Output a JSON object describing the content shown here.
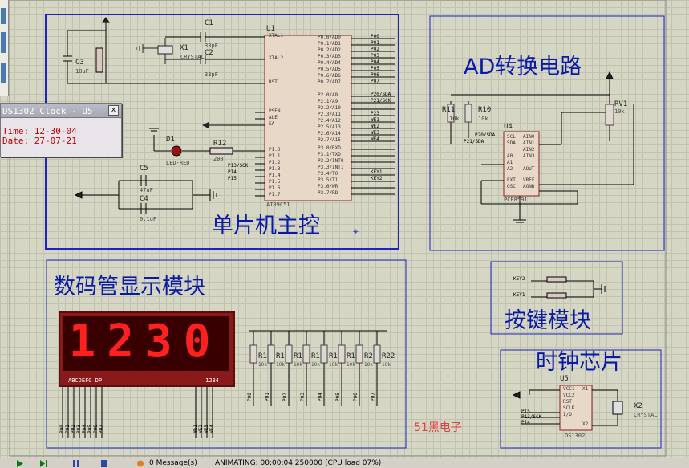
{
  "modules": {
    "mcu": "单片机主控",
    "adc": "AD转换电路",
    "display": "数码管显示模块",
    "keys": "按键模块",
    "clock": "时钟芯片"
  },
  "watermark": "51黑电子",
  "dialog": {
    "title": "DS1302 Clock - U5",
    "close": "x",
    "time": "Time: 12-30-04",
    "date": "Date: 27-07-21"
  },
  "display_value": "1230",
  "display_pins_left": "ABCDEFG DP",
  "display_pins_right": "1234",
  "components": {
    "u1": "U1",
    "u1_part": "AT89C51",
    "c1": "C1",
    "c1_val": "33pF",
    "c2": "C2",
    "c2_val": "33pF",
    "c3": "C3",
    "c3_val": "10uF",
    "x1": "X1",
    "x1_val": "CRYSTAL",
    "d1": "D1",
    "d1_val": "LED-RED",
    "r12": "R12",
    "r12_val": "200",
    "c5": "C5",
    "c5_val": "47uF",
    "c4": "C4",
    "c4_val": "0.1uF",
    "r11": "R11",
    "r10": "R10",
    "rv1": "RV1",
    "u4": "U4",
    "u4_part": "PCF8591",
    "u5": "U5",
    "u5_part": "DS1302",
    "x2": "X2",
    "x2_val": "CRYSTAL",
    "res_val": "10k",
    "r22": "R22"
  },
  "mcu_pins_left": [
    "XTAL1",
    "XTAL2",
    "RST",
    "PSEN",
    "ALE",
    "EA",
    "P1.0",
    "P1.1",
    "P1.2",
    "P1.3",
    "P1.4",
    "P1.5",
    "P1.6",
    "P1.7"
  ],
  "mcu_pins_right_p0": [
    "P0.0/AD0",
    "P0.1/AD1",
    "P0.2/AD2",
    "P0.3/AD3",
    "P0.4/AD4",
    "P0.5/AD5",
    "P0.6/AD6",
    "P0.7/AD7"
  ],
  "mcu_pins_right_p2": [
    "P2.0/A8",
    "P2.1/A9",
    "P2.2/A10",
    "P2.3/A11",
    "P2.4/A12",
    "P2.5/A13",
    "P2.6/A14",
    "P2.7/A15"
  ],
  "mcu_pins_right_p3": [
    "P3.0/RXD",
    "P3.1/TXD",
    "P3.2/INT0",
    "P3.3/INT1",
    "P3.4/T0",
    "P3.5/T1",
    "P3.6/WR",
    "P3.7/RD"
  ],
  "net_p0": [
    "P00",
    "P01",
    "P02",
    "P03",
    "P04",
    "P05",
    "P06",
    "P07"
  ],
  "net_p2": [
    "P20/SDA",
    "P21/SCK",
    "",
    "P23",
    "WE1",
    "WE2",
    "WE3",
    "WE4"
  ],
  "net_p1": [
    "P13/SCK",
    "P14",
    "P15"
  ],
  "net_keys": [
    "KEY1",
    "KEY2"
  ],
  "key_labels": [
    "KEY2",
    "KEY1"
  ],
  "pcf_pins_left": [
    "SCL",
    "SDA",
    "A0",
    "A1",
    "A2",
    "EXT",
    "OSC"
  ],
  "pcf_pins_right": [
    "AIN0",
    "AIN1",
    "AIN2",
    "AIN3",
    "AOUT",
    "VREF",
    "AGND"
  ],
  "pcf_nets": [
    "P20/SDA",
    "P21/SDA"
  ],
  "ds_pins_left": [
    "VCC1",
    "VCC2",
    "RST",
    "SCLK",
    "I/O"
  ],
  "ds_pins_right": [
    "X1",
    "X2"
  ],
  "ds_nets": [
    "P15",
    "P13/SCK",
    "P14"
  ],
  "res_array": [
    "R1",
    "R1",
    "R1",
    "R1",
    "R1",
    "R1",
    "R2",
    "R22"
  ],
  "res_nets": [
    "P00",
    "P01",
    "P02",
    "P03",
    "P04",
    "P05",
    "P06",
    "P07"
  ],
  "seg_nets": [
    "P00",
    "P01",
    "P02",
    "P03",
    "P04",
    "P05",
    "P06",
    "P07"
  ],
  "we_nets": [
    "WE1",
    "WE2",
    "WE3",
    "WE4"
  ],
  "status": {
    "messages": "0 Message(s)",
    "animating": "ANIMATING: 00:00:04.250000 (CPU load 07%)"
  }
}
